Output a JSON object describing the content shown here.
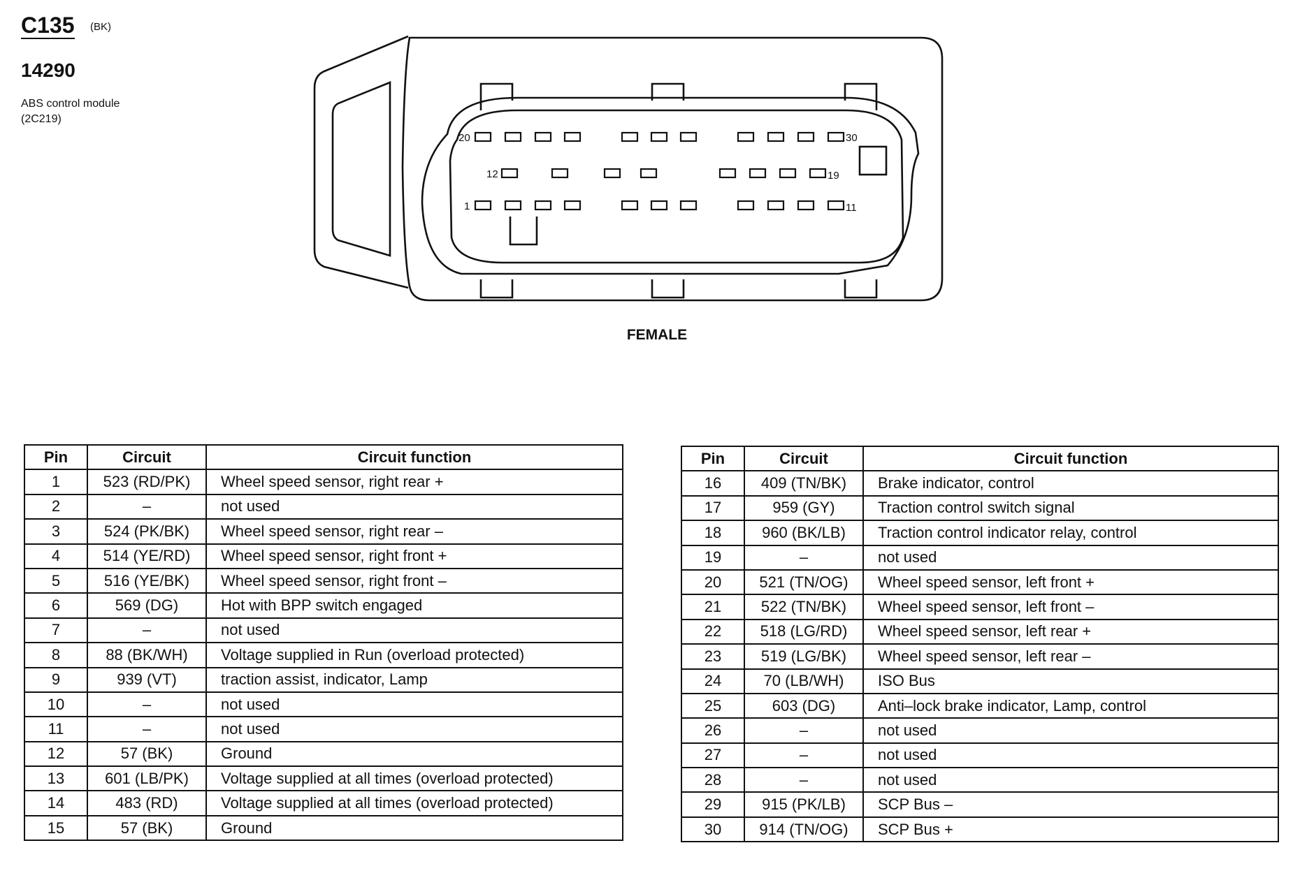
{
  "header": {
    "connector_id": "C135",
    "connector_color": "(BK)",
    "part_number": "14290",
    "description_line1": "ABS control module",
    "description_line2": "(2C219)"
  },
  "diagram": {
    "view_label": "FEMALE",
    "pin_labels": {
      "top_left": "20",
      "top_right": "30",
      "middle_left": "12",
      "middle_right": "19",
      "bottom_left": "1",
      "bottom_right": "11"
    }
  },
  "table_headers": {
    "pin": "Pin",
    "circuit": "Circuit",
    "function": "Circuit function"
  },
  "table_left": [
    {
      "pin": "1",
      "circuit": "523 (RD/PK)",
      "function": "Wheel speed sensor, right rear +"
    },
    {
      "pin": "2",
      "circuit": "–",
      "function": "not used"
    },
    {
      "pin": "3",
      "circuit": "524 (PK/BK)",
      "function": "Wheel speed sensor, right rear –"
    },
    {
      "pin": "4",
      "circuit": "514 (YE/RD)",
      "function": "Wheel speed sensor, right front  +"
    },
    {
      "pin": "5",
      "circuit": "516 (YE/BK)",
      "function": "Wheel speed sensor, right front  –"
    },
    {
      "pin": "6",
      "circuit": "569 (DG)",
      "function": "Hot with BPP switch engaged"
    },
    {
      "pin": "7",
      "circuit": "–",
      "function": "not used"
    },
    {
      "pin": "8",
      "circuit": "88 (BK/WH)",
      "function": "Voltage supplied in Run (overload protected)"
    },
    {
      "pin": "9",
      "circuit": "939 (VT)",
      "function": "traction assist, indicator, Lamp"
    },
    {
      "pin": "10",
      "circuit": "–",
      "function": "not used"
    },
    {
      "pin": "11",
      "circuit": "–",
      "function": "not used"
    },
    {
      "pin": "12",
      "circuit": "57 (BK)",
      "function": "Ground"
    },
    {
      "pin": "13",
      "circuit": "601 (LB/PK)",
      "function": "Voltage supplied at all times (overload protected)"
    },
    {
      "pin": "14",
      "circuit": "483 (RD)",
      "function": "Voltage supplied at all times (overload protected)"
    },
    {
      "pin": "15",
      "circuit": "57 (BK)",
      "function": "Ground"
    }
  ],
  "table_right": [
    {
      "pin": "16",
      "circuit": "409 (TN/BK)",
      "function": "Brake indicator, control"
    },
    {
      "pin": "17",
      "circuit": "959 (GY)",
      "function": "Traction control switch signal"
    },
    {
      "pin": "18",
      "circuit": "960 (BK/LB)",
      "function": "Traction control indicator relay, control"
    },
    {
      "pin": "19",
      "circuit": "–",
      "function": "not used"
    },
    {
      "pin": "20",
      "circuit": "521 (TN/OG)",
      "function": "Wheel speed sensor, left front  +"
    },
    {
      "pin": "21",
      "circuit": "522 (TN/BK)",
      "function": "Wheel speed sensor, left front  –"
    },
    {
      "pin": "22",
      "circuit": "518 (LG/RD)",
      "function": "Wheel speed sensor, left rear +"
    },
    {
      "pin": "23",
      "circuit": "519 (LG/BK)",
      "function": "Wheel speed sensor, left rear –"
    },
    {
      "pin": "24",
      "circuit": "70 (LB/WH)",
      "function": "ISO Bus"
    },
    {
      "pin": "25",
      "circuit": "603 (DG)",
      "function": "Anti–lock brake indicator, Lamp, control"
    },
    {
      "pin": "26",
      "circuit": "–",
      "function": "not used"
    },
    {
      "pin": "27",
      "circuit": "–",
      "function": "not used"
    },
    {
      "pin": "28",
      "circuit": "–",
      "function": "not used"
    },
    {
      "pin": "29",
      "circuit": "915 (PK/LB)",
      "function": "SCP Bus –"
    },
    {
      "pin": "30",
      "circuit": "914 (TN/OG)",
      "function": "SCP Bus +"
    }
  ]
}
